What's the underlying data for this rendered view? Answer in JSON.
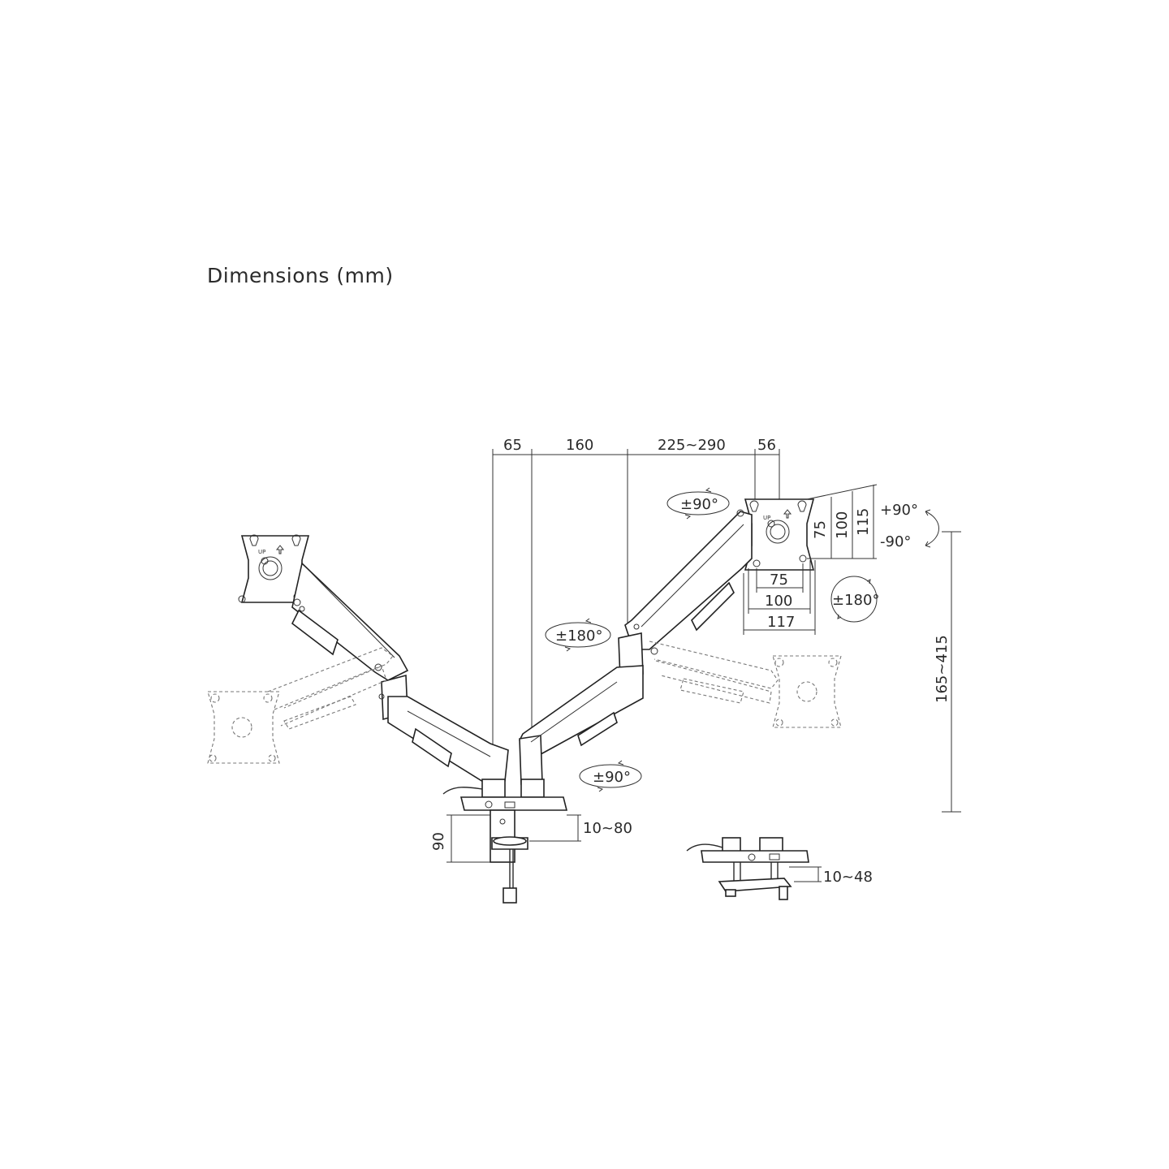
{
  "title": "Dimensions (mm)",
  "labels": {
    "d65": "65",
    "d160": "160",
    "d225_290": "225~290",
    "d56": "56",
    "vesa75_v": "75",
    "vesa100_v": "100",
    "vesa115_v": "115",
    "vesa75_h": "75",
    "vesa100_h": "100",
    "vesa117_h": "117",
    "tilt_up": "+90°",
    "tilt_down": "-90°",
    "swivel_top": "±90°",
    "rotate_right": "±180°",
    "rotate_mid": "±180°",
    "swivel_base": "±90°",
    "height_range": "165~415",
    "clamp_height": "90",
    "clamp_range": "10~80",
    "grommet_range": "10~48",
    "vesa_up_left": "UP",
    "vesa_up_right": "UP"
  }
}
